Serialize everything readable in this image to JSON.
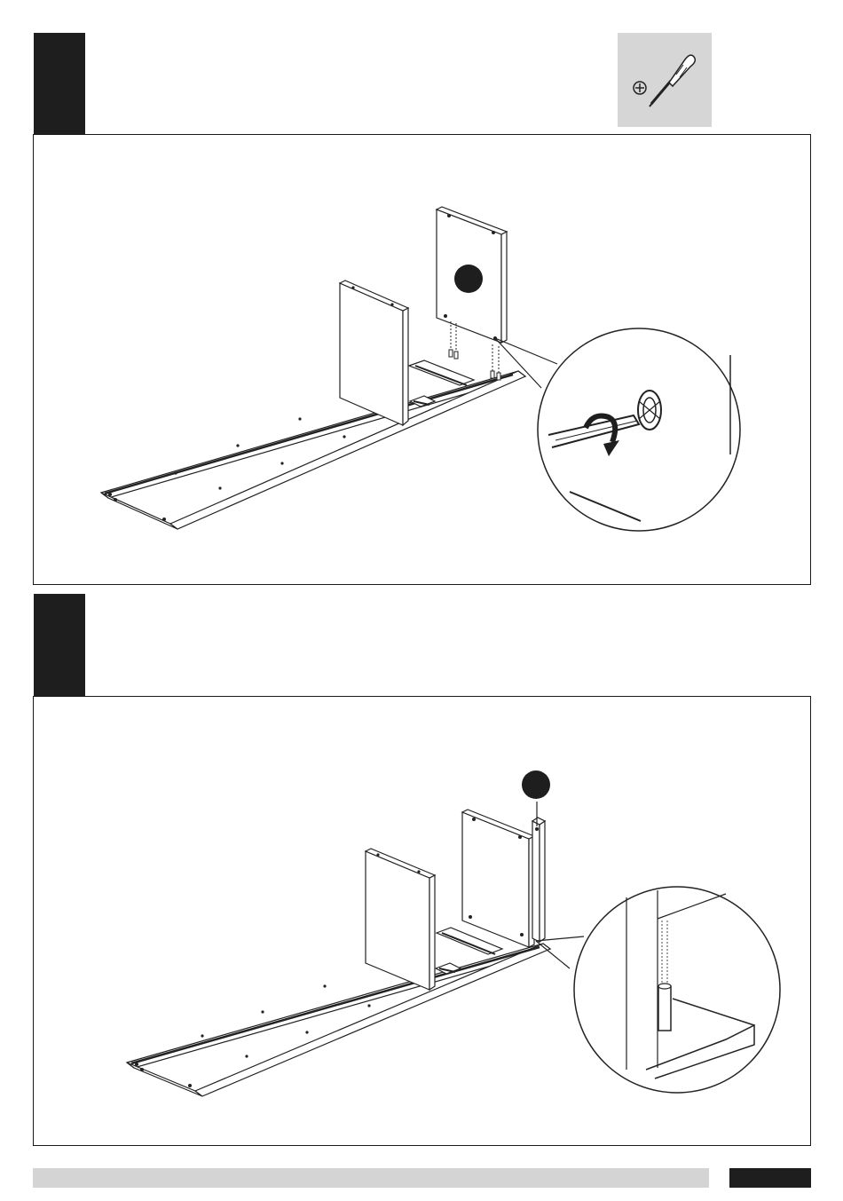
{
  "page": {
    "background": "#ffffff"
  },
  "colors": {
    "ink": "#1a1a1a",
    "tool_bg": "#d6d6d6",
    "footer_bar": "#d4d4d4",
    "footer_tab": "#1e1e1e"
  },
  "tool": {
    "icon": "phillips-screwdriver-icon"
  },
  "steps": [
    {
      "marker": "step-marker-1",
      "scene": "screw-in-cam-panel-illustration",
      "callout_icon": "cam-lock-rotation-icon"
    },
    {
      "marker": "step-marker-2",
      "scene": "insert-back-rail-illustration",
      "callout_icon": "dowel-detail-icon"
    }
  ]
}
